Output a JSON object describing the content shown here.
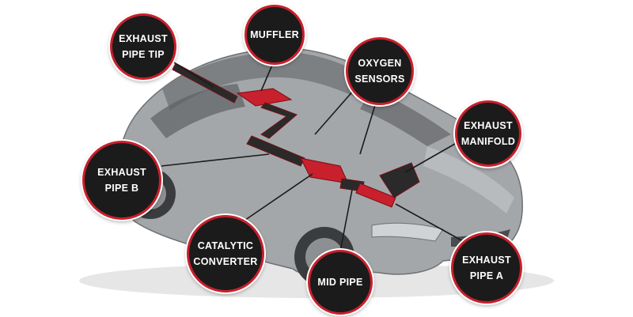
{
  "diagram": {
    "labels": {
      "exhaust_pipe_tip": "EXHAUST\nPIPE TIP",
      "muffler": "MUFFLER",
      "oxygen_sensors": "OXYGEN\nSENSORS",
      "exhaust_manifold": "EXHAUST\nMANIFOLD",
      "exhaust_pipe_b": "EXHAUST\nPIPE B",
      "catalytic_converter": "CATALYTIC\nCONVERTER",
      "mid_pipe": "MID PIPE",
      "exhaust_pipe_a": "EXHAUST\nPIPE A"
    },
    "colors": {
      "callout_fill": "#1b1b1b",
      "callout_ring": "#c8202c",
      "exhaust_red": "#c8202c",
      "car_body": "#9a9da0"
    }
  }
}
